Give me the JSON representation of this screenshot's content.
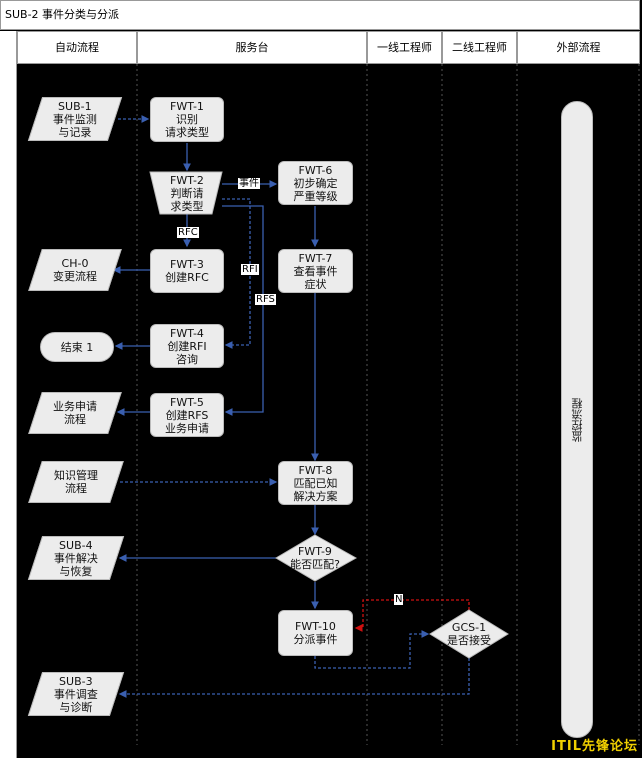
{
  "title": "SUB-2 事件分类与分派",
  "lanes": [
    "自动流程",
    "服务台",
    "一线工程师",
    "二线工程师",
    "外部流程"
  ],
  "nodes": {
    "sub1": [
      "SUB-1",
      "事件监测",
      "与记录"
    ],
    "fwt1": [
      "FWT-1",
      "识别",
      "请求类型"
    ],
    "fwt2": [
      "FWT-2",
      "判断请",
      "求类型"
    ],
    "fwt6": [
      "FWT-6",
      "初步确定",
      "严重等级"
    ],
    "ch0": [
      "CH-0",
      "变更流程"
    ],
    "fwt3": [
      "FWT-3",
      "创建RFC"
    ],
    "fwt7": [
      "FWT-7",
      "查看事件",
      "症状"
    ],
    "end1": [
      "结束 1"
    ],
    "fwt4": [
      "FWT-4",
      "创建RFI",
      "咨询"
    ],
    "biz": [
      "业务申请",
      "流程"
    ],
    "fwt5": [
      "FWT-5",
      "创建RFS",
      "业务申请"
    ],
    "km": [
      "知识管理",
      "流程"
    ],
    "fwt8": [
      "FWT-8",
      "匹配已知",
      "解决方案"
    ],
    "sub4": [
      "SUB-4",
      "事件解决",
      "与恢复"
    ],
    "fwt9": [
      "FWT-9",
      "能否匹配?"
    ],
    "fwt10": [
      "FWT-10",
      "分派事件"
    ],
    "gcs1": [
      "GCS-1",
      "是否接受"
    ],
    "sub3": [
      "SUB-3",
      "事件调查",
      "与诊断"
    ],
    "monitor": [
      "监控流程"
    ]
  },
  "edge_labels": {
    "incident": "事件",
    "rfc": "RFC",
    "rfi": "RFI",
    "rfs": "RFS",
    "no": "N"
  },
  "watermark": "ITIL先锋论坛",
  "colors": {
    "line": "#3a5fb0",
    "reject": "#d01010",
    "node": "#ececec"
  }
}
